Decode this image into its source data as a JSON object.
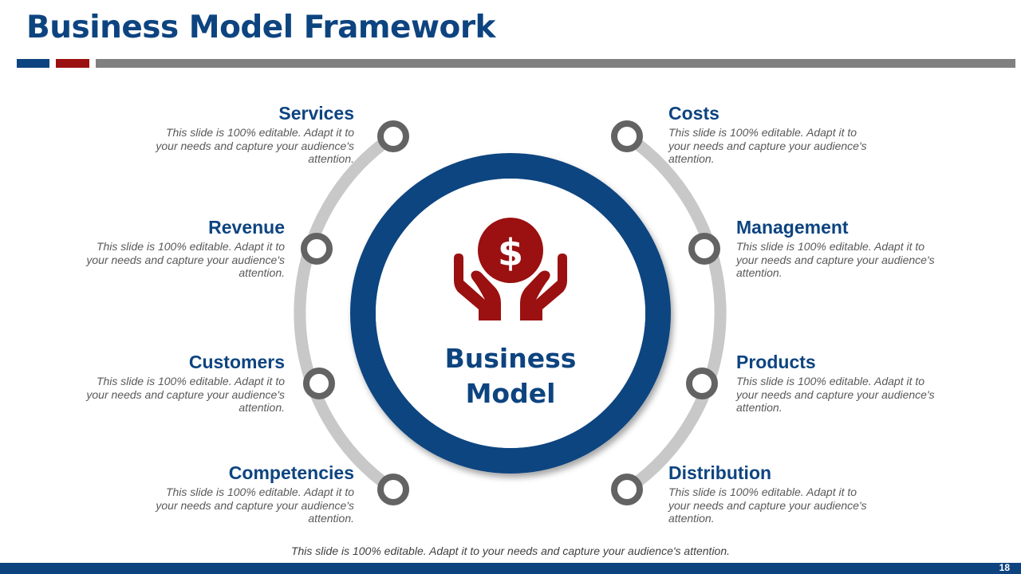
{
  "slide": {
    "title": "Business Model Framework",
    "center_label_line1": "Business",
    "center_label_line2": "Model",
    "center_icon": "hands-holding-dollar-icon",
    "footer_note": "This slide is 100% editable.  Adapt it to your needs and capture your audience's attention.",
    "page_number": "18"
  },
  "colors": {
    "primary_blue": "#0d4480",
    "accent_red": "#9b1010",
    "arc_gray": "#c8c8c8",
    "node_gray": "#636363"
  },
  "left_items": [
    {
      "title": "Services",
      "desc": "This slide is 100% editable. Adapt it to your needs and capture your audience's attention."
    },
    {
      "title": "Revenue",
      "desc": "This slide is 100% editable. Adapt it to your needs and capture your audience's attention."
    },
    {
      "title": "Customers",
      "desc": "This slide is 100% editable. Adapt it to your needs and capture your audience's attention."
    },
    {
      "title": "Competencies",
      "desc": "This slide is 100% editable. Adapt it to your needs and capture your audience's attention."
    }
  ],
  "right_items": [
    {
      "title": "Costs",
      "desc": "This slide is 100% editable. Adapt it to your needs and capture your audience's attention."
    },
    {
      "title": "Management",
      "desc": "This slide is 100% editable. Adapt it to your needs and capture your audience's attention."
    },
    {
      "title": "Products",
      "desc": "This slide is 100% editable. Adapt it to your needs and capture your audience's attention."
    },
    {
      "title": "Distribution",
      "desc": "This slide is 100% editable. Adapt it to your needs and capture your audience's attention."
    }
  ]
}
